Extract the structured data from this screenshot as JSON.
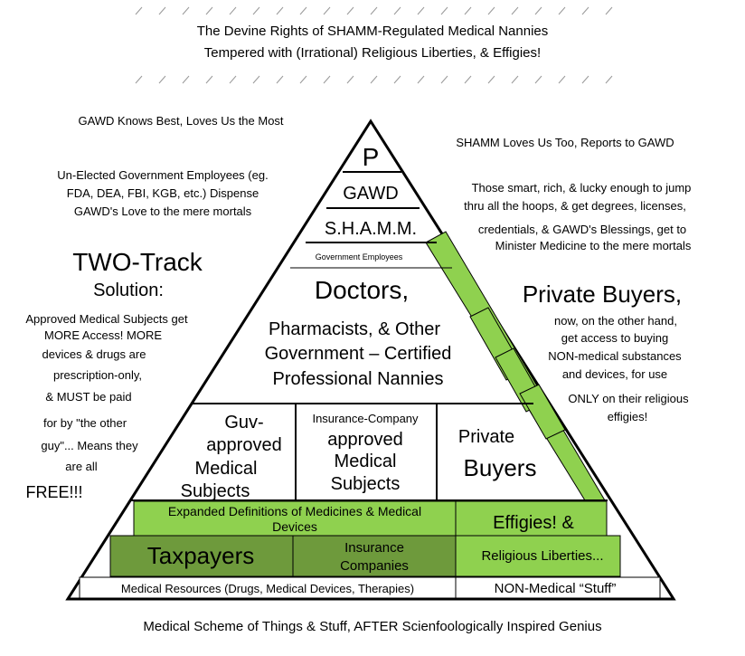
{
  "header": {
    "title_line1": "The Devine Rights of SHAMM-Regulated Medical Nannies",
    "title_line2": "Tempered with (Irrational) Religious Liberties, & Effigies!"
  },
  "left_notes": {
    "gawd_note": "GAWD Knows Best, Loves Us the Most",
    "employees_note": [
      "Un-Elected Government Employees (eg.",
      "FDA, DEA, FBI, KGB, etc.) Dispense",
      "GAWD's Love to the mere mortals"
    ],
    "two_track_title": "TWO-Track",
    "two_track_subtitle": "Solution:",
    "two_track_body": [
      "Approved Medical Subjects get",
      "MORE Access!  MORE",
      "devices & drugs are",
      "prescription-only,",
      "& MUST be paid",
      "for by \"the other",
      "guy\"... Means they",
      "are all"
    ],
    "free": "FREE!!!"
  },
  "right_notes": {
    "shamm_note": "SHAMM Loves Us Too, Reports to GAWD",
    "smart_note": [
      "Those smart, rich, & lucky enough to jump",
      "thru all the hoops, & get degrees, licenses,",
      "credentials, & GAWD's Blessings, get to",
      "Minister Medicine to the mere mortals"
    ],
    "private_title": "Private Buyers,",
    "private_body": [
      "now, on the other hand,",
      "get access to buying",
      "NON-medical substances",
      "and devices, for use",
      "ONLY on their religious",
      "effigies!"
    ]
  },
  "pyramid": {
    "apex": "P",
    "gawd": "GAWD",
    "shamm": "S.H.A.M.M.",
    "gov_employees": "Government Employees",
    "doctors": [
      "Doctors,",
      "Pharmacists, & Other",
      "Government – Certified",
      "Professional Nannies"
    ],
    "guv": [
      "Guv-",
      "approved",
      "Medical",
      "Subjects"
    ],
    "insurance_subjects_top": "Insurance-Company",
    "insurance_subjects": [
      "approved",
      "Medical",
      "Subjects"
    ],
    "private_buyers": [
      "Private",
      "Buyers"
    ],
    "expanded_definitions": [
      "Expanded Definitions of Medicines & Medical",
      "Devices"
    ],
    "effigies": "Effigies!  &",
    "taxpayers": "Taxpayers",
    "insurance_companies": [
      "Insurance",
      "Companies"
    ],
    "religious_liberties": "Religious Liberties...",
    "medical_resources": "Medical Resources (Drugs, Medical Devices, Therapies)",
    "non_medical": "NON-Medical “Stuff”"
  },
  "footer": {
    "caption": "Medical Scheme of Things & Stuff, AFTER Scienfoologically Inspired Genius"
  },
  "colors": {
    "light_green": "#8fd14f",
    "dark_green": "#6e9a3c",
    "outline": "#000000"
  }
}
